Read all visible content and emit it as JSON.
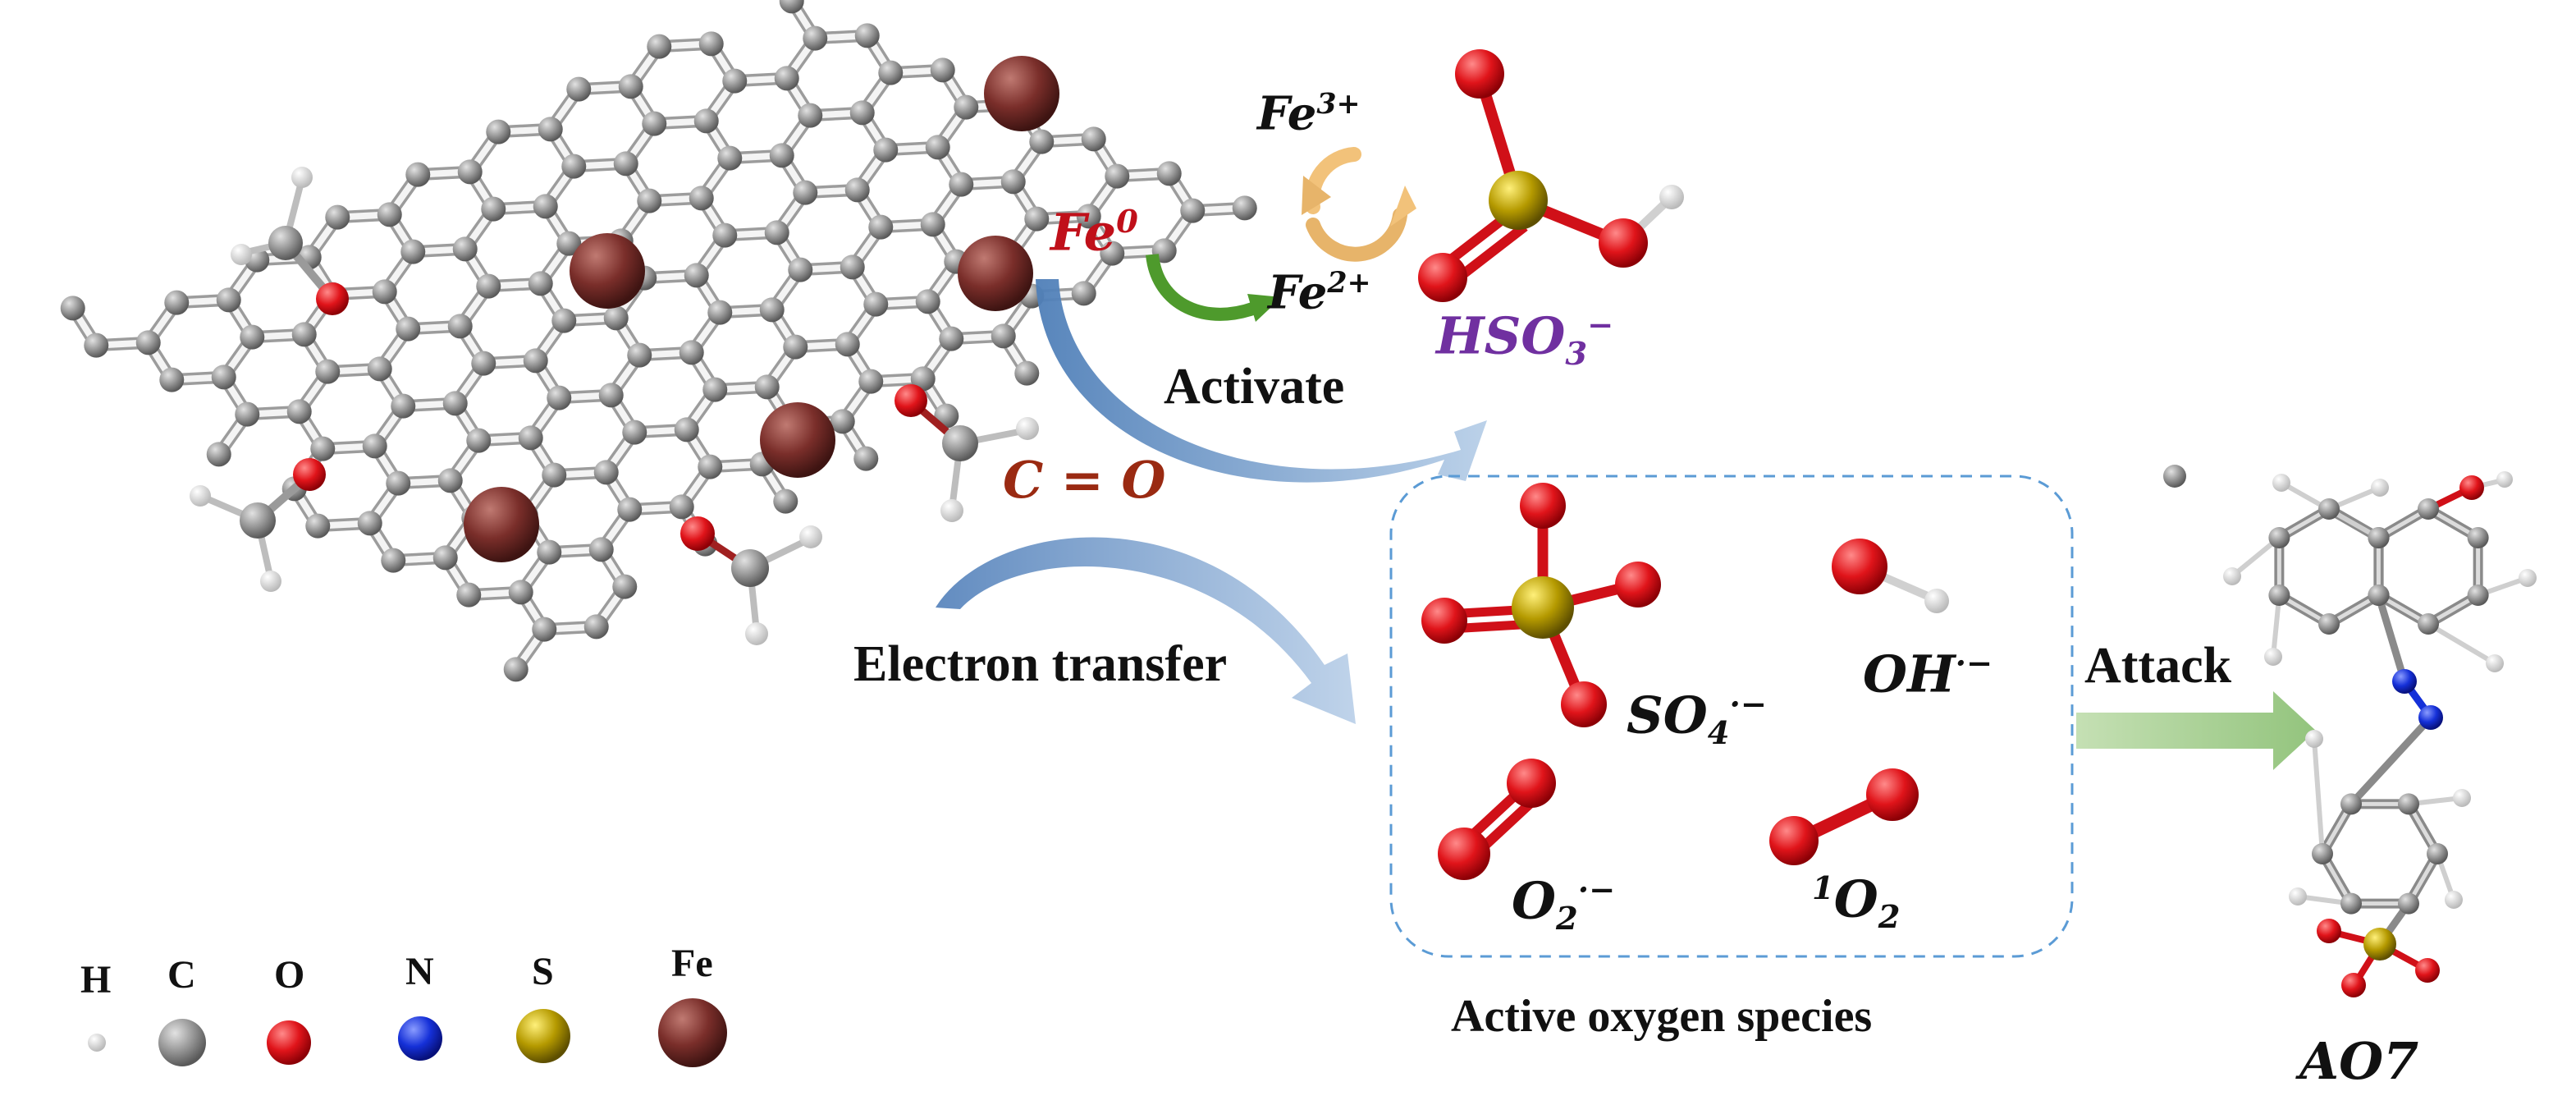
{
  "colors": {
    "fe_red": "#c0101a",
    "co_brown": "#9a2a12",
    "hso3_purple": "#7030a0",
    "dark_text": "#111111",
    "blue_arrow": "#8aaed6",
    "green_arrow": "#a9d18e",
    "cycle_yellow": "#f2c27a",
    "activate_green": "#4e9a2c",
    "box_dash": "#5b9bd5",
    "atom_h": "#f2f2f2",
    "atom_c": "#8a8a8a",
    "atom_o": "#e0141a",
    "atom_n": "#1530d8",
    "atom_s": "#b59a00",
    "atom_fe": "#7a2e2a"
  },
  "labels": {
    "fe0_base": "Fe",
    "fe0_sup": "0",
    "fe3_base": "Fe",
    "fe3_sup": "3+",
    "fe2_base": "Fe",
    "fe2_sup": "2+",
    "activate": "Activate",
    "hso3_base": "HSO",
    "hso3_sub": "3",
    "hso3_sup": "−",
    "co": "C = O",
    "electron_transfer": "Electron transfer",
    "attack": "Attack",
    "so4_base": "SO",
    "so4_sub": "4",
    "so4_sup": "·−",
    "oh_base": "OH",
    "oh_sup": "·−",
    "o2_base": "O",
    "o2_sub": "2",
    "o2_sup": "·−",
    "singlet_sup": "1",
    "singlet_base": "O",
    "singlet_sub": "2",
    "active_oxygen": "Active oxygen species",
    "ao7": "AO7"
  },
  "legend": {
    "items": [
      {
        "symbol": "H",
        "icon": "hydrogen-atom-icon"
      },
      {
        "symbol": "C",
        "icon": "carbon-atom-icon"
      },
      {
        "symbol": "O",
        "icon": "oxygen-atom-icon"
      },
      {
        "symbol": "N",
        "icon": "nitrogen-atom-icon"
      },
      {
        "symbol": "S",
        "icon": "sulfur-atom-icon"
      },
      {
        "symbol": "Fe",
        "icon": "iron-atom-icon"
      }
    ]
  }
}
